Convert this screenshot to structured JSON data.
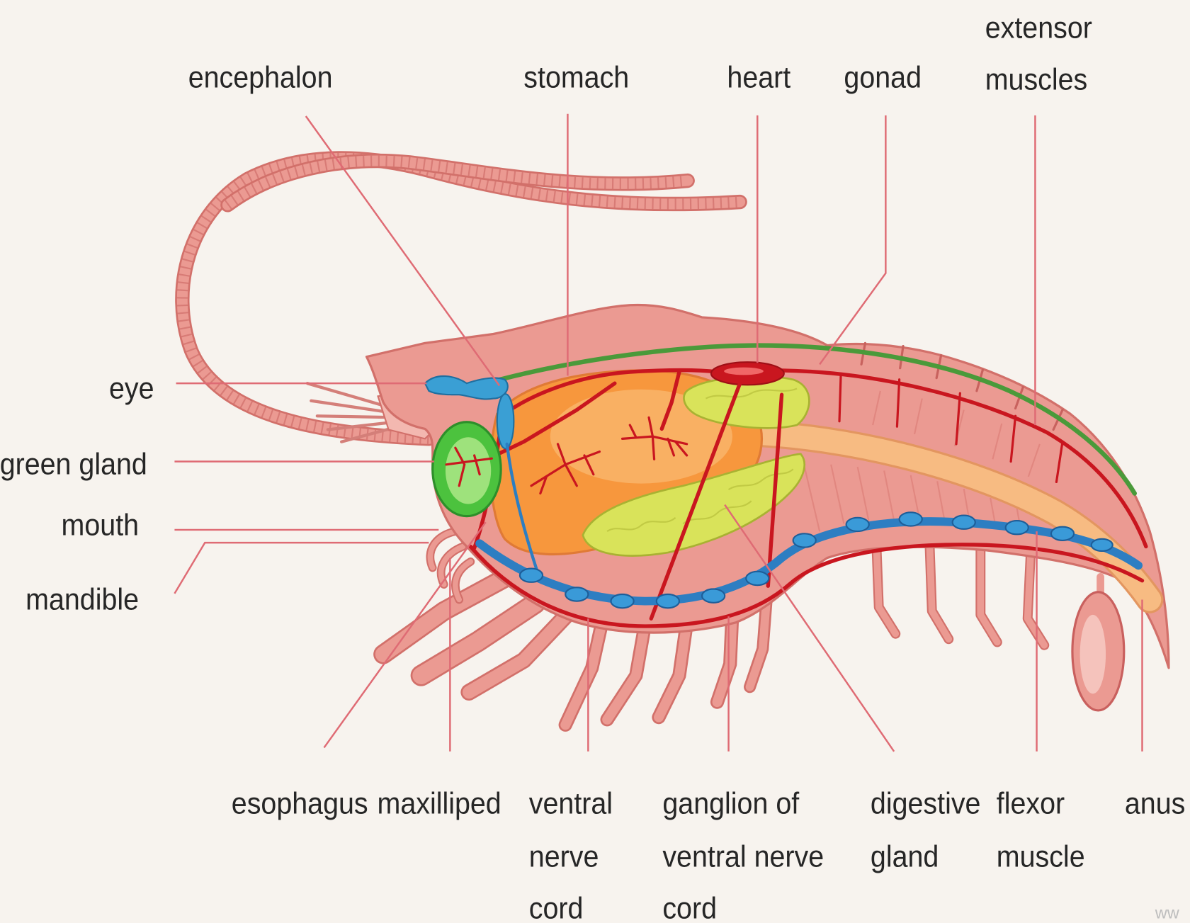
{
  "labels": {
    "encephalon": "encephalon",
    "stomach": "stomach",
    "heart": "heart",
    "gonad": "gonad",
    "extensor_muscles": [
      "extensor",
      "muscles"
    ],
    "eye": "eye",
    "green_gland": "green gland",
    "mouth": "mouth",
    "mandible": "mandible",
    "esophagus": "esophagus",
    "maxilliped": "maxilliped",
    "ventral_nerve_cord": [
      "ventral",
      "nerve",
      "cord"
    ],
    "ganglion_of_ventral_nerve_cord": [
      "ganglion of",
      "ventral nerve",
      "cord"
    ],
    "digestive_gland": [
      "digestive",
      "gland"
    ],
    "flexor_muscle": [
      "flexor",
      "muscle"
    ],
    "anus": "anus"
  },
  "watermark": "ww",
  "colors": {
    "background": "#f7f3ee",
    "label_text": "#262626",
    "leader_line": "#df6b74",
    "body": "#eb9a92",
    "body_outline": "#d2706a",
    "stomach": "#f7973d",
    "green_gland": "#4cc23e",
    "eye_encephalon": "#3a9fd4",
    "nerve_cord": "#2d7ec2",
    "digestive_gland": "#d9e35a",
    "blood_vessels": "#c9161f",
    "gonad": "#f7bb82",
    "dorsal_line": "#4a9a3a"
  }
}
